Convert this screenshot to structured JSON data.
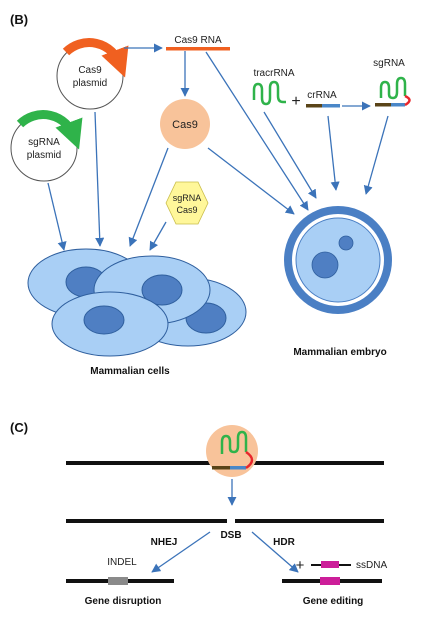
{
  "panel_b": {
    "label": "(B)",
    "cas9_plasmid": "Cas9 plasmid",
    "cas9_plasmid_lines": [
      "Cas9",
      "plasmid"
    ],
    "sgrna_plasmid_lines": [
      "sgRNA",
      "plasmid"
    ],
    "cas9_rna": "Cas9 RNA",
    "cas9_protein": "Cas9",
    "complex_lines": [
      "sgRNA",
      "Cas9"
    ],
    "tracrrna": "tracrRNA",
    "plus": "+",
    "crrna": "crRNA",
    "sgrna": "sgRNA",
    "mammalian_cells": "Mammalian cells",
    "mammalian_embryo": "Mammalian embryo"
  },
  "panel_c": {
    "label": "(C)",
    "dsb": "DSB",
    "nhej": "NHEJ",
    "hdr": "HDR",
    "indel": "INDEL",
    "plus": "+",
    "ssdna": "ssDNA",
    "gene_disruption": "Gene disruption",
    "gene_editing": "Gene editing"
  },
  "colors": {
    "arrow": "#3b73b9",
    "cas9_bar": "#f06020",
    "cas9_protein": "#f8c39a",
    "complex_hex": "#fff79a",
    "cell_fill": "#a9cff5",
    "cell_nucleus": "#4f7fc3",
    "rna_green": "#2fb34a",
    "rna_red": "#e8262b",
    "crrna_blue": "#4a87c8",
    "crrna_brown": "#5a4418",
    "indel_gray": "#8a8a8a",
    "ssdna_magenta": "#cc1e99"
  }
}
